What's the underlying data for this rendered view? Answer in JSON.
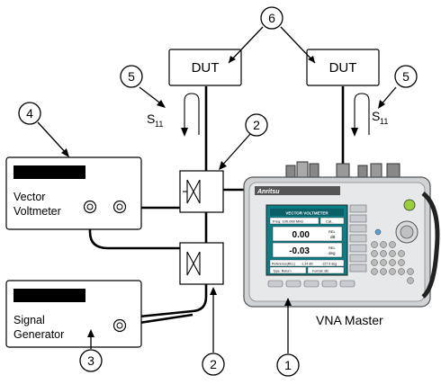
{
  "dut_left": "DUT",
  "dut_right": "DUT",
  "s11_left": {
    "base": "S",
    "sub": "11"
  },
  "s11_right": {
    "base": "S",
    "sub": "11"
  },
  "vector_voltmeter": {
    "line1": "Vector",
    "line2": "Voltmeter"
  },
  "signal_generator": {
    "line1": "Signal",
    "line2": "Generator"
  },
  "vna_label": "VNA Master",
  "vna_brand": "Anritsu",
  "callouts": {
    "c1": "1",
    "c2a": "2",
    "c2b": "2",
    "c3": "3",
    "c4": "4",
    "c5a": "5",
    "c5b": "5",
    "c6": "6"
  },
  "screen": {
    "title": "VECTOR VOLTMETER",
    "freq_label": "Freq: 100.000 MHz",
    "cal_label": "Cal...",
    "value1": "0.00",
    "unit1a": "REL",
    "unit1b": "dB",
    "value2": "-0.03",
    "unit2a": "REL",
    "unit2b": "deg",
    "ref_label": "Reference(REL)",
    "ref_db": "-1.34 dB",
    "ref_deg": "-127.9 deg",
    "type_label": "Type: Return",
    "format_label": "Format: dB"
  }
}
